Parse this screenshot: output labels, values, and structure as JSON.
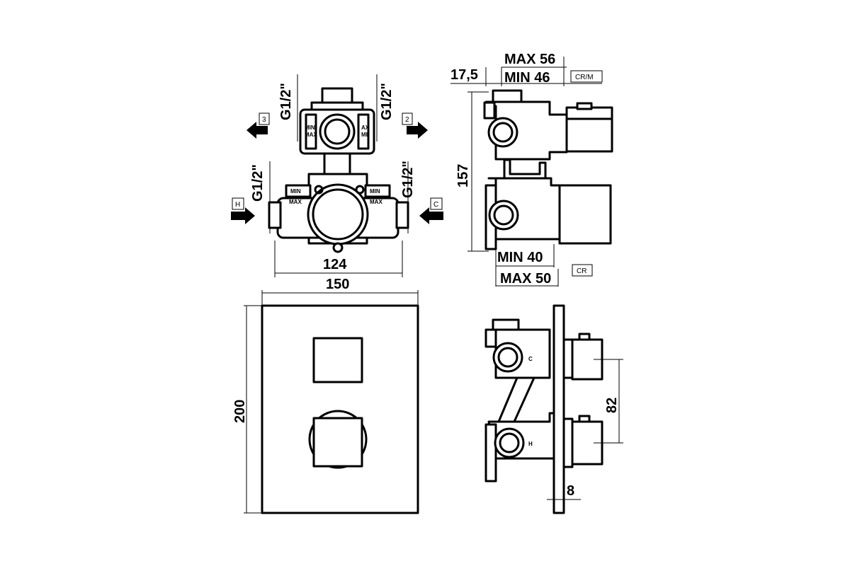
{
  "dimensions": {
    "top_view_width": "124",
    "front_plate_width": "150",
    "front_plate_height": "200",
    "side_height": "157",
    "offset": "17,5",
    "max_depth_top": "MAX 56",
    "min_depth_top": "MIN 46",
    "min_depth_bottom": "MIN 40",
    "max_depth_bottom": "MAX 50",
    "spacing": "82",
    "plate_thickness": "8"
  },
  "thread_labels": {
    "upper_left": "G1/2\"",
    "upper_right": "G1/2\"",
    "lower_left": "G1/2\"",
    "lower_right": "G1/2\""
  },
  "port_labels": {
    "outlet_3": "3",
    "outlet_2": "2",
    "inlet_hot": "H",
    "inlet_cold": "C"
  },
  "variant_tags": {
    "upper": "CR/M",
    "lower": "CR"
  },
  "body_markings": {
    "min": "MIN",
    "max": "MAX",
    "max_partial": "AX",
    "min_partial": "MI"
  }
}
